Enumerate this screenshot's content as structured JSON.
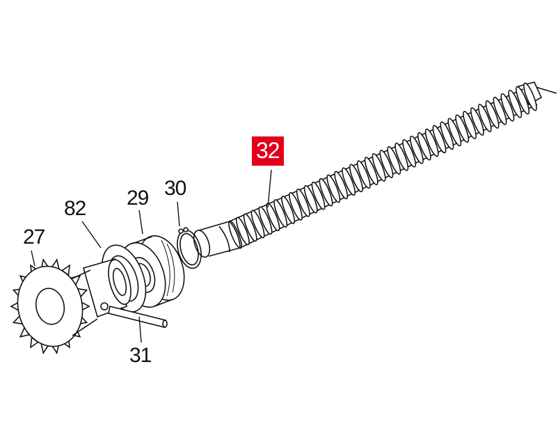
{
  "labels": {
    "part_27": "27",
    "part_82": "82",
    "part_29": "29",
    "part_30": "30",
    "part_31": "31",
    "part_32": "32"
  },
  "colors": {
    "highlight": "#e3001b",
    "line": "#111111",
    "background": "#ffffff"
  },
  "highlighted_part": "32"
}
